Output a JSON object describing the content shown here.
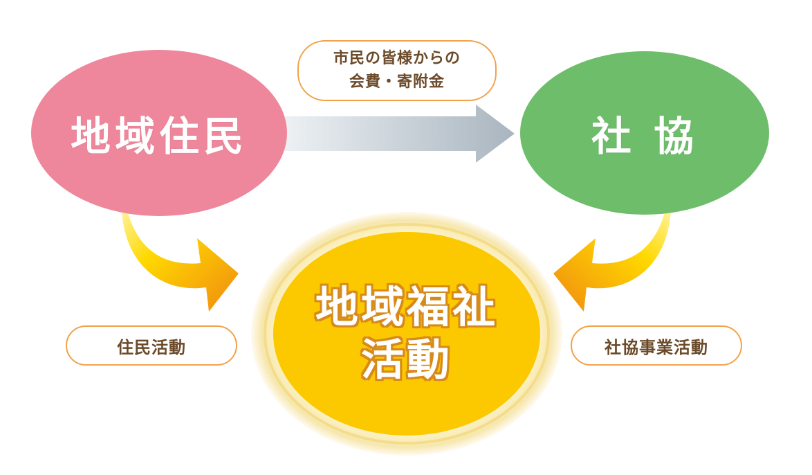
{
  "nodes": {
    "residents": {
      "label": "地域住民",
      "color": "#ee879c"
    },
    "council": {
      "label": "社 協",
      "color": "#6dbd6a"
    },
    "welfare": {
      "line1": "地域福祉",
      "line2": "活動",
      "color": "#fcc800"
    }
  },
  "flows": {
    "membership": {
      "line1": "市民の皆様からの",
      "line2": "会費・寄附金"
    },
    "resident_activity": {
      "label": "住民活動"
    },
    "council_activity": {
      "label": "社協事業活動"
    }
  },
  "colors": {
    "pill_border": "#f2a24a",
    "pill_text": "#6b4a2a",
    "arrow_gray": "#a9b5bf",
    "arrow_yellow": "#ffd800",
    "arrow_orange": "#f08a10"
  }
}
